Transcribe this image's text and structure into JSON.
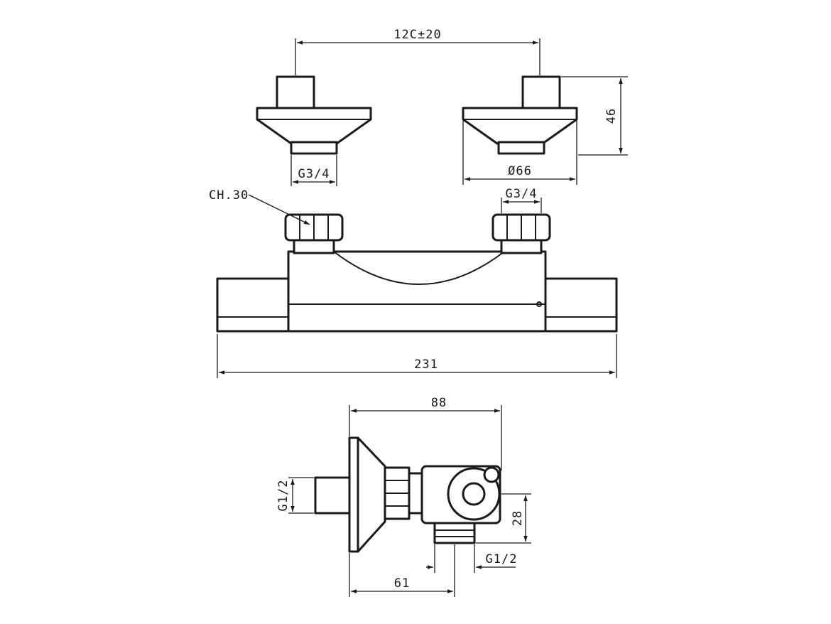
{
  "colors": {
    "ink": "#1a1a1a",
    "background": "#ffffff"
  },
  "labels": {
    "eccentric_spacing": "12C±20",
    "height_46": "46",
    "thread_g34_left": "G3/4",
    "flange_diameter": "Ø66",
    "nut_ch30": "CH.30",
    "thread_g34_right": "G3/4",
    "body_length_231": "231",
    "depth_88": "88",
    "thread_g12_inlet": "G1/2",
    "height_28": "28",
    "thread_g12_outlet": "G1/2",
    "offset_61": "61"
  }
}
